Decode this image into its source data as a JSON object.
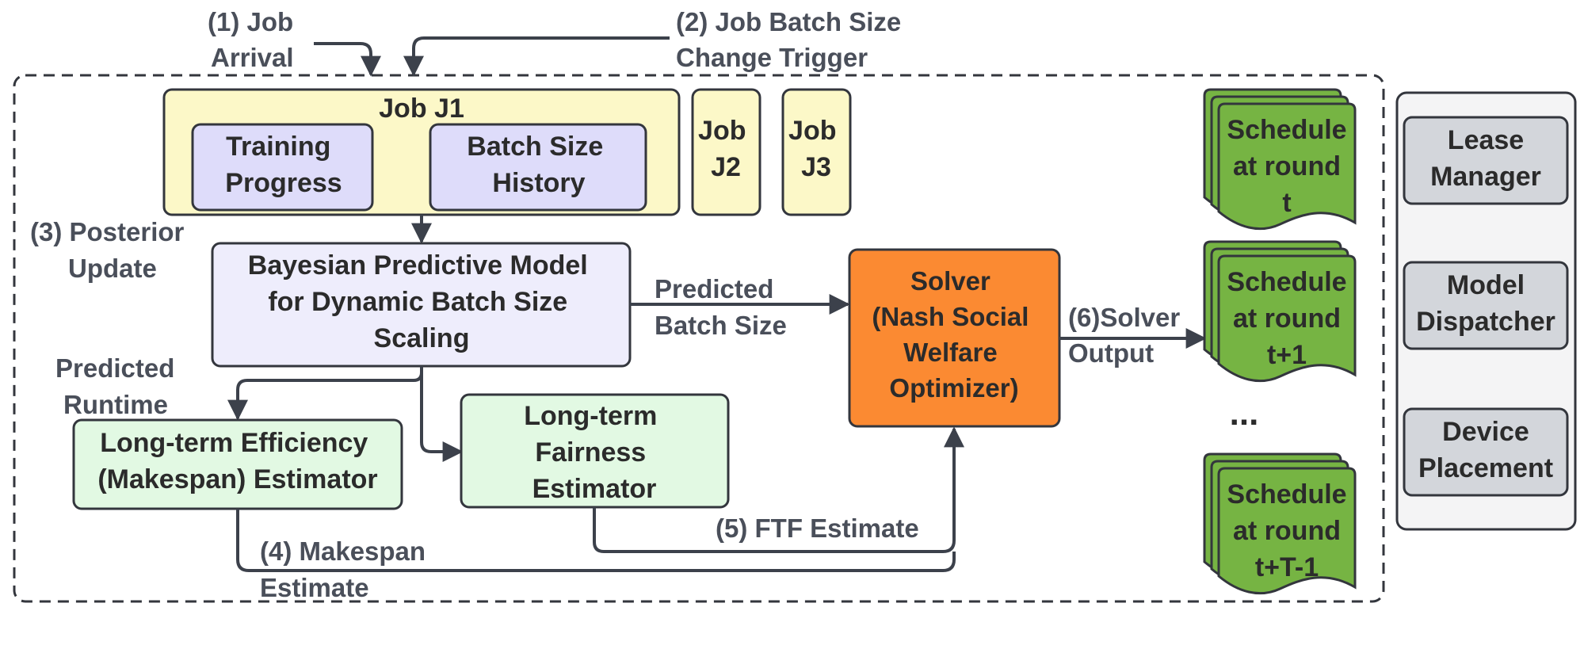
{
  "labels": {
    "job_arrival": [
      "(1) Job",
      "Arrival"
    ],
    "batch_trigger": [
      "(2) Job Batch Size",
      "Change Trigger"
    ],
    "posterior": [
      "(3) Posterior",
      "Update"
    ],
    "predicted_runtime": [
      "Predicted",
      "Runtime"
    ],
    "predicted_batch": [
      "Predicted",
      "Batch Size"
    ],
    "solver_output": [
      "(6)Solver",
      "Output"
    ],
    "ftf_estimate": "(5) FTF Estimate",
    "makespan_estimate": [
      "(4) Makespan",
      "Estimate"
    ]
  },
  "boxes": {
    "job_j1": "Job J1",
    "training_progress": [
      "Training",
      "Progress"
    ],
    "batch_history": [
      "Batch Size",
      "History"
    ],
    "job_j2": [
      "Job",
      "J2"
    ],
    "job_j3": [
      "Job",
      "J3"
    ],
    "bayesian": [
      "Bayesian Predictive Model",
      "for Dynamic Batch Size",
      "Scaling"
    ],
    "efficiency": [
      "Long-term Efficiency",
      "(Makespan) Estimator"
    ],
    "fairness": [
      "Long-term",
      "Fairness",
      "Estimator"
    ],
    "solver": [
      "Solver",
      "(Nash Social",
      "Welfare",
      "Optimizer)"
    ]
  },
  "schedules": [
    [
      "Schedule",
      "at round",
      "t"
    ],
    [
      "Schedule",
      "at round",
      "t+1"
    ],
    [
      "Schedule",
      "at round",
      "t+T-1"
    ]
  ],
  "ellipsis": "...",
  "side_panel": [
    [
      "Lease",
      "Manager"
    ],
    [
      "Model",
      "Dispatcher"
    ],
    [
      "Device",
      "Placement"
    ]
  ],
  "colors": {
    "job_box": "#fcf8c8",
    "inner_box": "#dedcfa",
    "bayesian_box": "#eeedfc",
    "estimator_box": "#e2f9e3",
    "solver_box": "#fb8a32",
    "schedule_doc": "#76b443",
    "side_panel": "#f4f4f5",
    "side_box": "#d3d6db",
    "stroke": "#33363d"
  }
}
